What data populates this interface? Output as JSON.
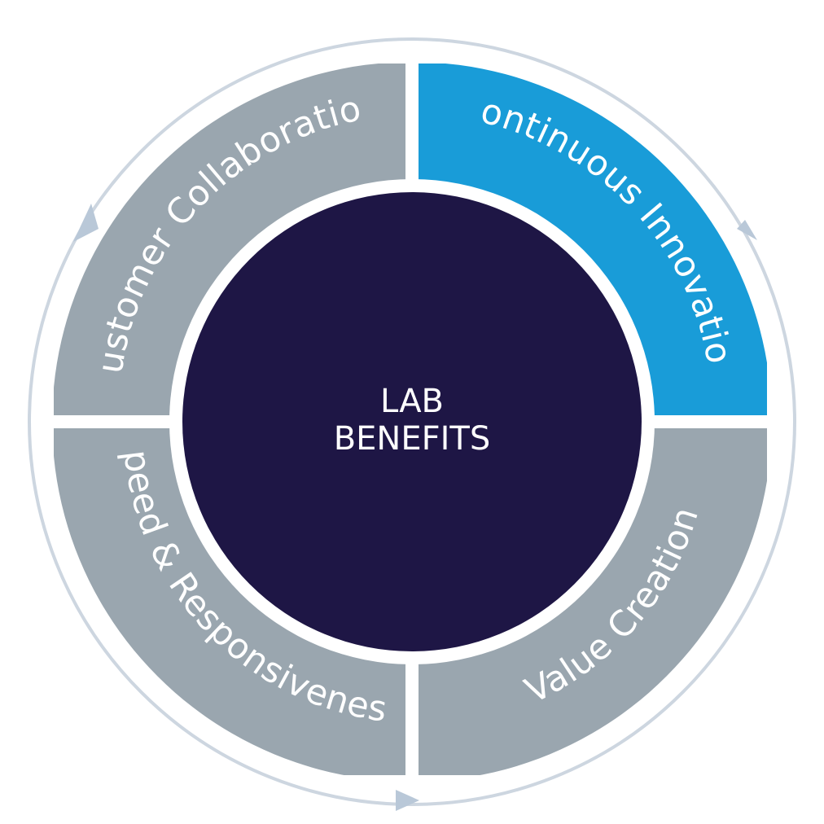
{
  "center": {
    "line1": "LAB",
    "line2": "BENEFITS"
  },
  "segments": [
    {
      "key": "customer",
      "label": "Customer Collaboration",
      "color": "#9aa6af"
    },
    {
      "key": "innovation",
      "label": "Continuous Innovation",
      "color": "#199cd8"
    },
    {
      "key": "value",
      "label": "Value Creation",
      "color": "#9aa6af"
    },
    {
      "key": "speed",
      "label": "Speed & Responsiveness",
      "color": "#9aa6af"
    }
  ],
  "colors": {
    "center_fill": "#1e1645",
    "ring_outline": "#cdd6e0",
    "arrow": "#b9c8d8",
    "gap": "#ffffff"
  }
}
